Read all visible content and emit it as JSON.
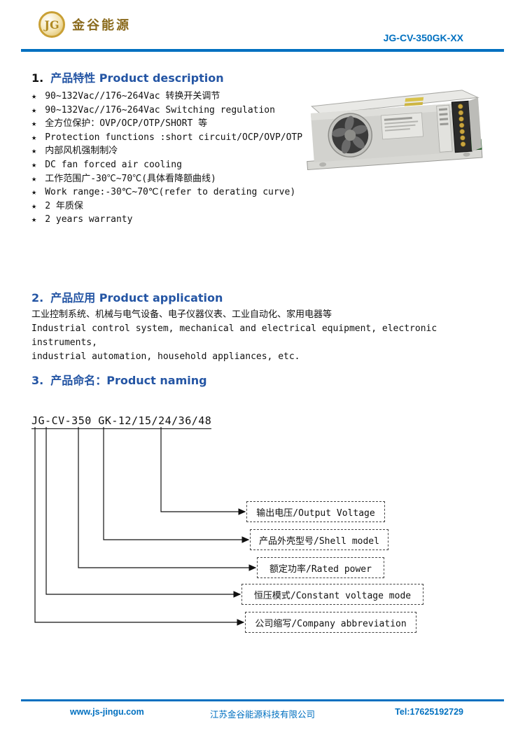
{
  "header": {
    "logo_monogram": "JG",
    "brand_name": "金谷能源",
    "model_code": "JG-CV-350GK-XX"
  },
  "section1": {
    "num": "1.",
    "title": "产品特性 Product description",
    "bullet_char": "★",
    "bullets": [
      "90~132Vac//176~264Vac 转换开关调节",
      "90~132Vac//176~264Vac Switching regulation",
      "全方位保护：OVP/OCP/OTP/SHORT 等",
      "Protection functions :short circuit/OCP/OVP/OTP",
      "内部风机强制制冷",
      "DC fan forced air cooling",
      "工作范围广-30℃~70℃(具体看降额曲线)",
      "Work range:-30℃~70℃(refer to derating curve)",
      "2 年质保",
      "2 years warranty"
    ]
  },
  "section2": {
    "num": "2.",
    "title": "产品应用 Product application",
    "line1": "工业控制系统、机械与电气设备、电子仪器仪表、工业自动化、家用电器等",
    "line2": "Industrial control system, mechanical and electrical equipment, electronic instruments,",
    "line3": "industrial automation, household appliances, etc."
  },
  "section3": {
    "num": "3.",
    "title": "产品命名：Product naming",
    "model_string": "JG-CV-350 GK-12/15/24/36/48",
    "labels": [
      "输出电压/Output Voltage",
      "产品外壳型号/Shell model",
      "额定功率/Rated power",
      "恒压模式/Constant voltage mode",
      "公司缩写/Company abbreviation"
    ]
  },
  "footer": {
    "website": "www.js-jingu.com",
    "company": "江苏金谷能源科技有限公司",
    "tel": "Tel:17625192729"
  },
  "colors": {
    "accent_blue": "#0070c0",
    "title_blue": "#2455a4",
    "logo_gold": "#c9a035"
  }
}
